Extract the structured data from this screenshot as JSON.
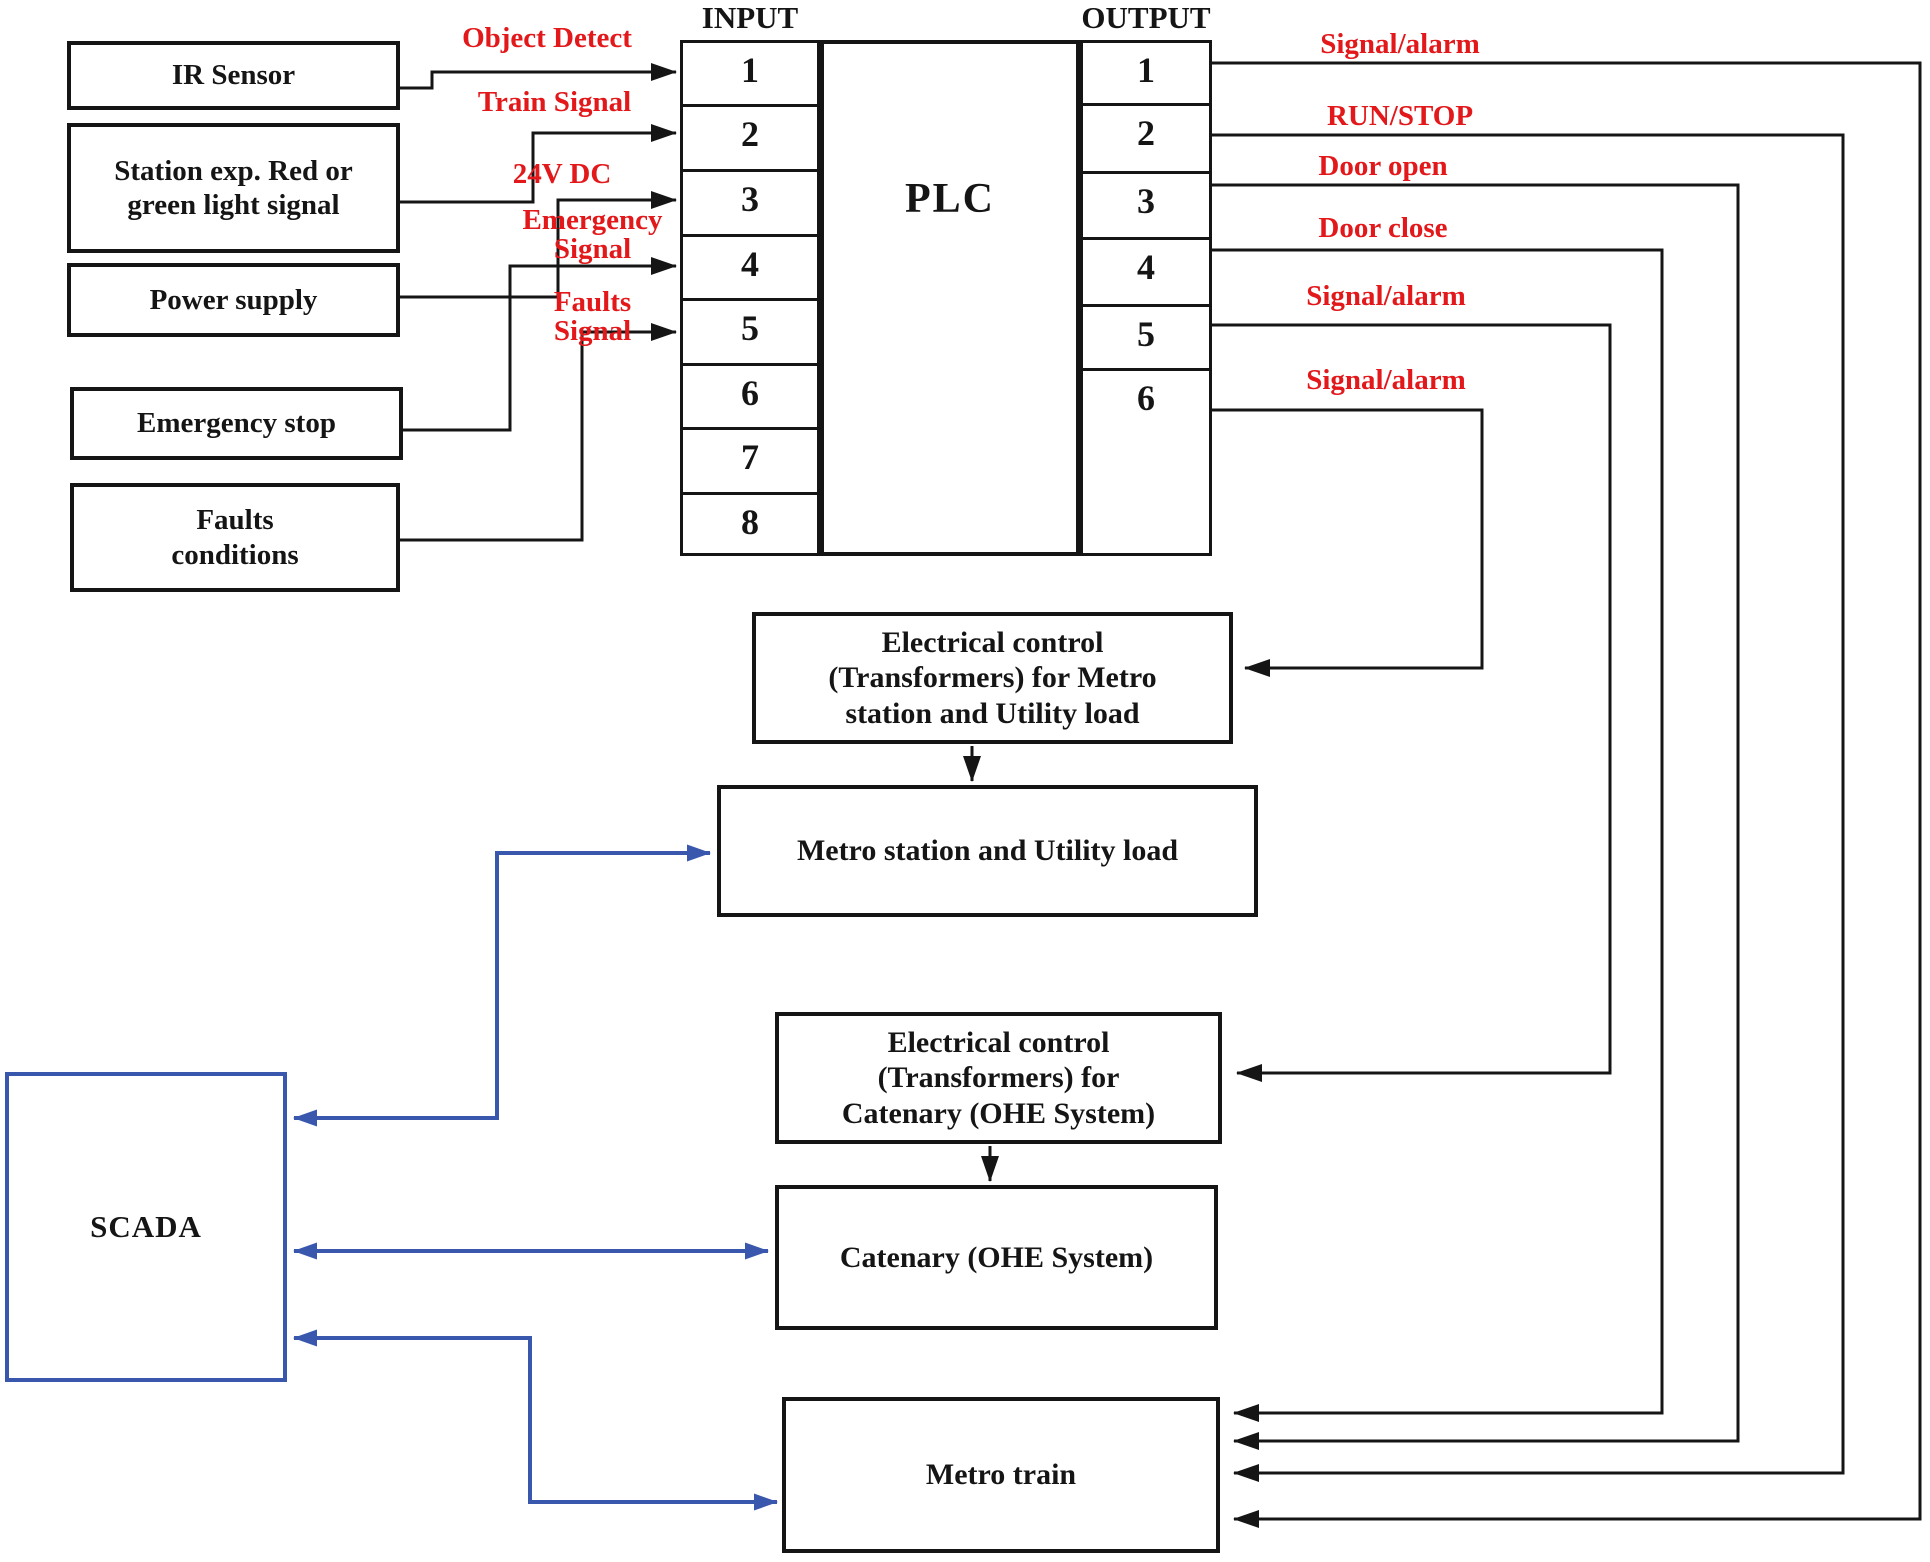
{
  "palette": {
    "red": "#e2181b",
    "blue": "#3a57ae",
    "black": "#151515"
  },
  "headers": {
    "input": "INPUT",
    "output": "OUTPUT"
  },
  "plc": {
    "label": "PLC",
    "inputs": [
      "1",
      "2",
      "3",
      "4",
      "5",
      "6",
      "7",
      "8"
    ],
    "outputs": [
      "1",
      "2",
      "3",
      "4",
      "5",
      "6"
    ]
  },
  "source_boxes": {
    "ir_sensor": "IR Sensor",
    "station_signal": "Station exp. Red or green light signal",
    "power_supply": "Power supply",
    "emergency_stop": "Emergency stop",
    "faults_conditions": "Faults conditions"
  },
  "input_labels": {
    "object_detect": "Object Detect",
    "train_signal": "Train Signal",
    "dc_24v": "24V DC",
    "emergency_signal": "Emergency Signal",
    "faults_signal": "Faults Signal"
  },
  "output_labels": {
    "out1": "Signal/alarm",
    "out2": "RUN/STOP",
    "out3": "Door open",
    "out4": "Door close",
    "out5": "Signal/alarm",
    "out6": "Signal/alarm"
  },
  "process_boxes": {
    "transformer_station": "Electrical control (Transformers) for Metro station and Utility load",
    "metro_station_load": "Metro station and Utility load",
    "transformer_catenary": "Electrical control (Transformers) for Catenary (OHE System)",
    "catenary": "Catenary (OHE System)",
    "metro_train": "Metro train",
    "scada": "SCADA"
  }
}
